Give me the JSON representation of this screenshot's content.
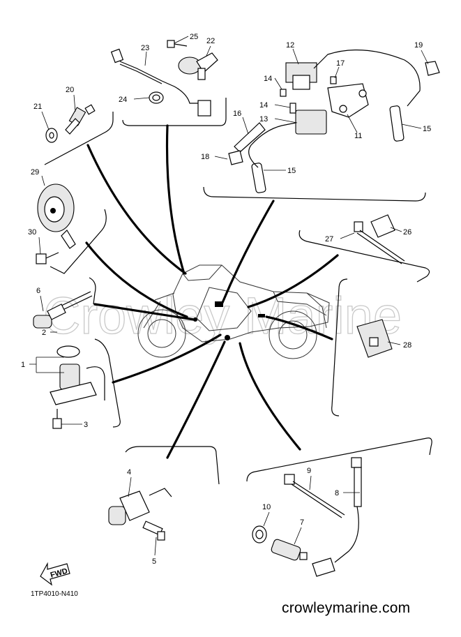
{
  "diagram": {
    "callouts": [
      {
        "id": "c1",
        "text": "1"
      },
      {
        "id": "c2",
        "text": "2"
      },
      {
        "id": "c3",
        "text": "3"
      },
      {
        "id": "c4",
        "text": "4"
      },
      {
        "id": "c5",
        "text": "5"
      },
      {
        "id": "c6",
        "text": "6"
      },
      {
        "id": "c7",
        "text": "7"
      },
      {
        "id": "c8",
        "text": "8"
      },
      {
        "id": "c9",
        "text": "9"
      },
      {
        "id": "c10",
        "text": "10"
      },
      {
        "id": "c11",
        "text": "11"
      },
      {
        "id": "c12",
        "text": "12"
      },
      {
        "id": "c13",
        "text": "13"
      },
      {
        "id": "c14a",
        "text": "14"
      },
      {
        "id": "c14b",
        "text": "14"
      },
      {
        "id": "c15a",
        "text": "15"
      },
      {
        "id": "c15b",
        "text": "15"
      },
      {
        "id": "c16",
        "text": "16"
      },
      {
        "id": "c17",
        "text": "17"
      },
      {
        "id": "c18",
        "text": "18"
      },
      {
        "id": "c19",
        "text": "19"
      },
      {
        "id": "c20",
        "text": "20"
      },
      {
        "id": "c21",
        "text": "21"
      },
      {
        "id": "c22",
        "text": "22"
      },
      {
        "id": "c23",
        "text": "23"
      },
      {
        "id": "c24",
        "text": "24"
      },
      {
        "id": "c25",
        "text": "25"
      },
      {
        "id": "c26",
        "text": "26"
      },
      {
        "id": "c27",
        "text": "27"
      },
      {
        "id": "c28",
        "text": "28"
      },
      {
        "id": "c29",
        "text": "29"
      },
      {
        "id": "c30",
        "text": "30"
      }
    ],
    "fwd_label": "FWD",
    "watermark": "Crowley Marine",
    "diagram_code": "1TP4010-N410",
    "site": "crowleymarine.com"
  }
}
